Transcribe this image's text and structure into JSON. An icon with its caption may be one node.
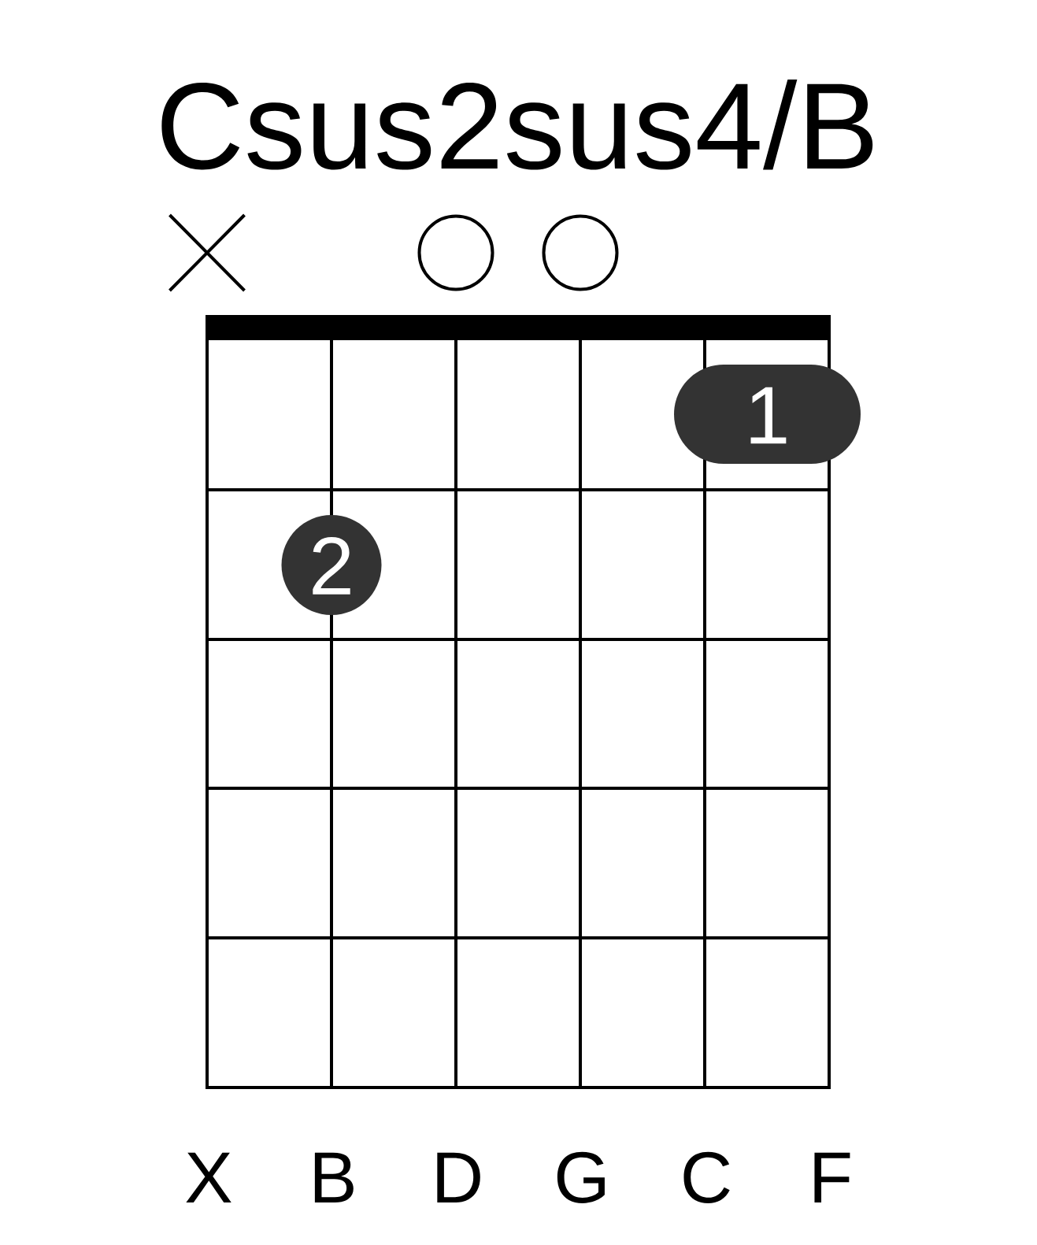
{
  "diagram": {
    "title": "Csus2sus4/B",
    "nodes": [
      {
        "text": [],
        "shape": "circle"
      },
      {
        "text": [],
        "shape": "circle"
      },
      {
        "text": [
          "1"
        ]
      },
      {
        "text": [
          "2"
        ]
      }
    ],
    "labels": [
      "X",
      "B",
      "D",
      "G",
      "C",
      "F"
    ]
  }
}
